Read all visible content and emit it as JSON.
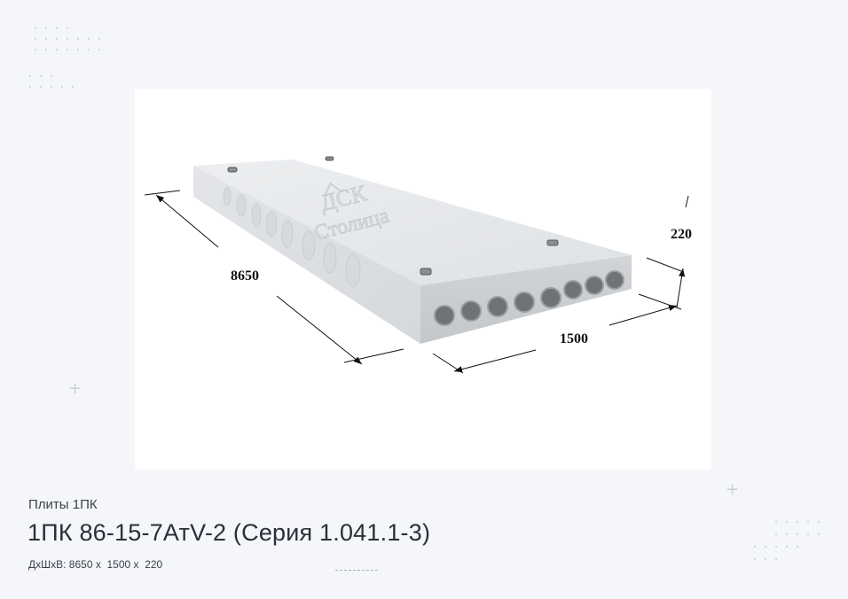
{
  "product": {
    "category": "Плиты 1ПК",
    "title": "1ПК 86-15-7АтV-2 (Серия 1.041.1-3)",
    "dimensions_text": "ДхШхВ: 8650 х  1500 х  220"
  },
  "drawing": {
    "length_label": "8650",
    "width_label": "1500",
    "height_label": "220",
    "logo_top": "ДСК",
    "logo_bottom": "Столица",
    "hollow_count": 8
  },
  "icons": [
    "plus-icon",
    "dot-grid"
  ]
}
